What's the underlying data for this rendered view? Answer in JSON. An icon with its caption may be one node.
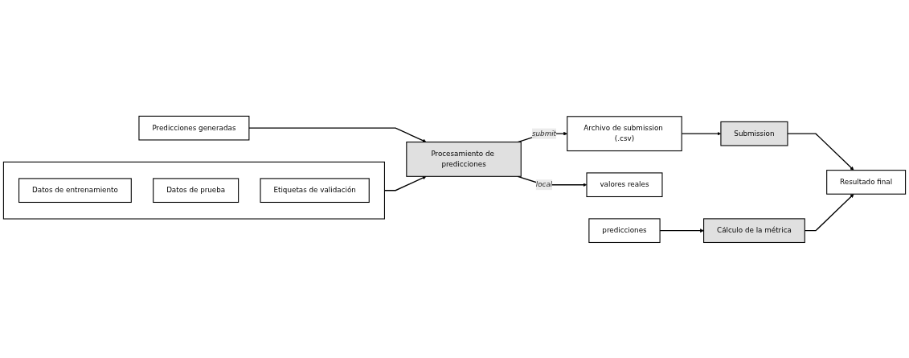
{
  "diagram": {
    "nodes": [
      {
        "text": [
          "Predicciones generadas"
        ]
      },
      {
        "text": [
          "Procesamiento de predicciones"
        ]
      },
      {
        "text": [
          "Archivo de submission (.csv)"
        ]
      },
      {
        "text": [
          "Submission"
        ]
      },
      {
        "text": [
          "valores reales"
        ]
      },
      {
        "text": [
          "predicciones"
        ]
      },
      {
        "text": [
          "Cálculo de la métrica"
        ]
      },
      {
        "text": [
          "Resultado final"
        ]
      },
      {
        "text": [],
        "shape": "box"
      },
      {
        "text": [
          "Datos de entrenamiento"
        ],
        "in": 8
      },
      {
        "text": [
          "Datos de prueba"
        ],
        "in": 8
      },
      {
        "text": [
          "Etiquetas de validación"
        ],
        "in": 8
      }
    ],
    "edges": [
      {
        "from": 0,
        "to": 1,
        "arrow": "to"
      },
      {
        "from": 1,
        "to": 2,
        "label": "submit",
        "arrow": "to"
      },
      {
        "from": 1,
        "to": 4,
        "label": "local",
        "arrow": "to"
      },
      {
        "from": 2,
        "to": 3,
        "arrow": "to"
      },
      {
        "from": 3,
        "to": 7,
        "arrow": "to"
      },
      {
        "from": 5,
        "to": 6,
        "arrow": "to"
      },
      {
        "from": 6,
        "to": 7,
        "arrow": "to"
      },
      {
        "from": 8,
        "to": 1,
        "arrow": "to"
      }
    ]
  }
}
